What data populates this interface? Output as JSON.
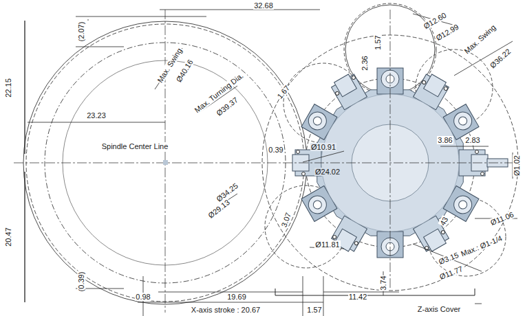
{
  "diagram": {
    "labels": [
      "32.68",
      "(2.07)",
      "22.15",
      "23.23",
      "Spindle Center Line",
      "20.47",
      "(0.39)",
      "0.98",
      "19.69",
      "X-axis stroke : 20.67",
      "1.57",
      "11.42",
      "Z-axis Cover",
      "3.74",
      "Max. Swing",
      "Ø40.16",
      "Max. Turning Dia.",
      "Ø39.37",
      "1.67",
      "0.39",
      "Ø10.91",
      "Ø24.02",
      "Ø34.25",
      "Ø29.13",
      "3.07",
      "Ø11.81",
      "Ø12.60",
      "Ø12.99",
      "1.57",
      "2.36",
      "Max. Swing",
      "Ø36.22",
      "3.86",
      "2.83",
      "Ø1.02",
      "Ø11.06",
      "43",
      "Max.: Ø1-1/4",
      "Ø3.15",
      "Ø11.77"
    ]
  }
}
